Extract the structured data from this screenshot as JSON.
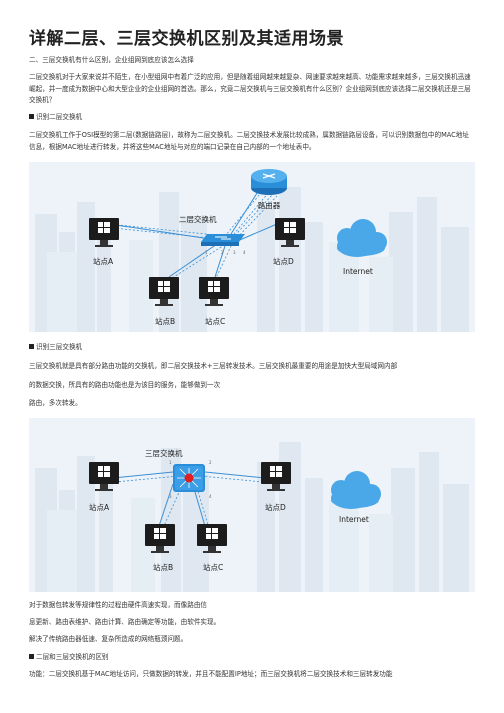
{
  "doc": {
    "title": "详解二层、三层交换机区别及其适用场景",
    "subtitle": "二、三层交换机有什么区别，企业组网到底应该怎么选择",
    "intro": "二层交换机对于大家来说并不陌生，在小型组网中有着广泛的应用，但是随着组网越来越复杂、网速要求越来越高、功能需求越来越多，三层交换机迅速崛起，并一度成为数据中心和大型企业的企业组网的首选。那么，究竟二层交换机与三层交换机有什么区别？企业组网到底应该选择二层交换机还是三层交换机？",
    "h_l2": "识别二层交换机",
    "p_l2": "二层交换机工作于OSI模型的第二层(数据链路层)，故称为二层交换机。二层交换技术发展比较成熟，属数据链路层设备，可以识别数据包中的MAC地址信息，根据MAC地址进行转发，并将这些MAC地址与对应的端口记录在自己内部的一个地址表中。",
    "h_l3": "识别三层交换机",
    "p_l3_1": "三层交换机就是具有部分路由功能的交换机，即二层交换技术+三层转发技术。三层交换机最重要的用途是加快大型局域网内部",
    "p_l3_2": "的数据交换，所具有的路由功能也是为该目的服务，能够做到一次",
    "p_l3_3": "路由，多次转发。",
    "p_after_1": "对于数据包转发等规律性的过程由硬件高速实现，而像路由信",
    "p_after_2": "息更新、路由表维护、路由计算、路由确定等功能，由软件实现。",
    "p_after_3": "解决了传统路由器低速、复杂所造成的网络瓶颈问题。",
    "h_diff": "二层和三层交换机的区别",
    "p_diff": "功能：二层交换机基于MAC地址访问，只做数据的转发，并且不能配置IP地址；而三层交换机将二层交换技术和三层转发功能"
  },
  "fig1": {
    "switch_label": "二层交换机",
    "router_label": "路由器",
    "site_a": "站点A",
    "site_b": "站点B",
    "site_c": "站点C",
    "site_d": "站点D",
    "internet": "Internet",
    "ports": [
      "1",
      "2",
      "3",
      "4"
    ]
  },
  "fig2": {
    "switch_label": "三层交换机",
    "site_a": "站点A",
    "site_b": "站点B",
    "site_c": "站点C",
    "site_d": "站点D",
    "internet": "Internet",
    "ports": [
      "1",
      "2",
      "3",
      "4"
    ]
  },
  "colors": {
    "figure_bg": "#edf3f8",
    "switch_blue": "#2a8fd8",
    "router_blue": "#1d6fb8",
    "link_blue": "#3a8fd6",
    "monitor_black": "#1c1c1c",
    "cloud_blue": "#4aa8e8",
    "core_red": "#e02020"
  }
}
